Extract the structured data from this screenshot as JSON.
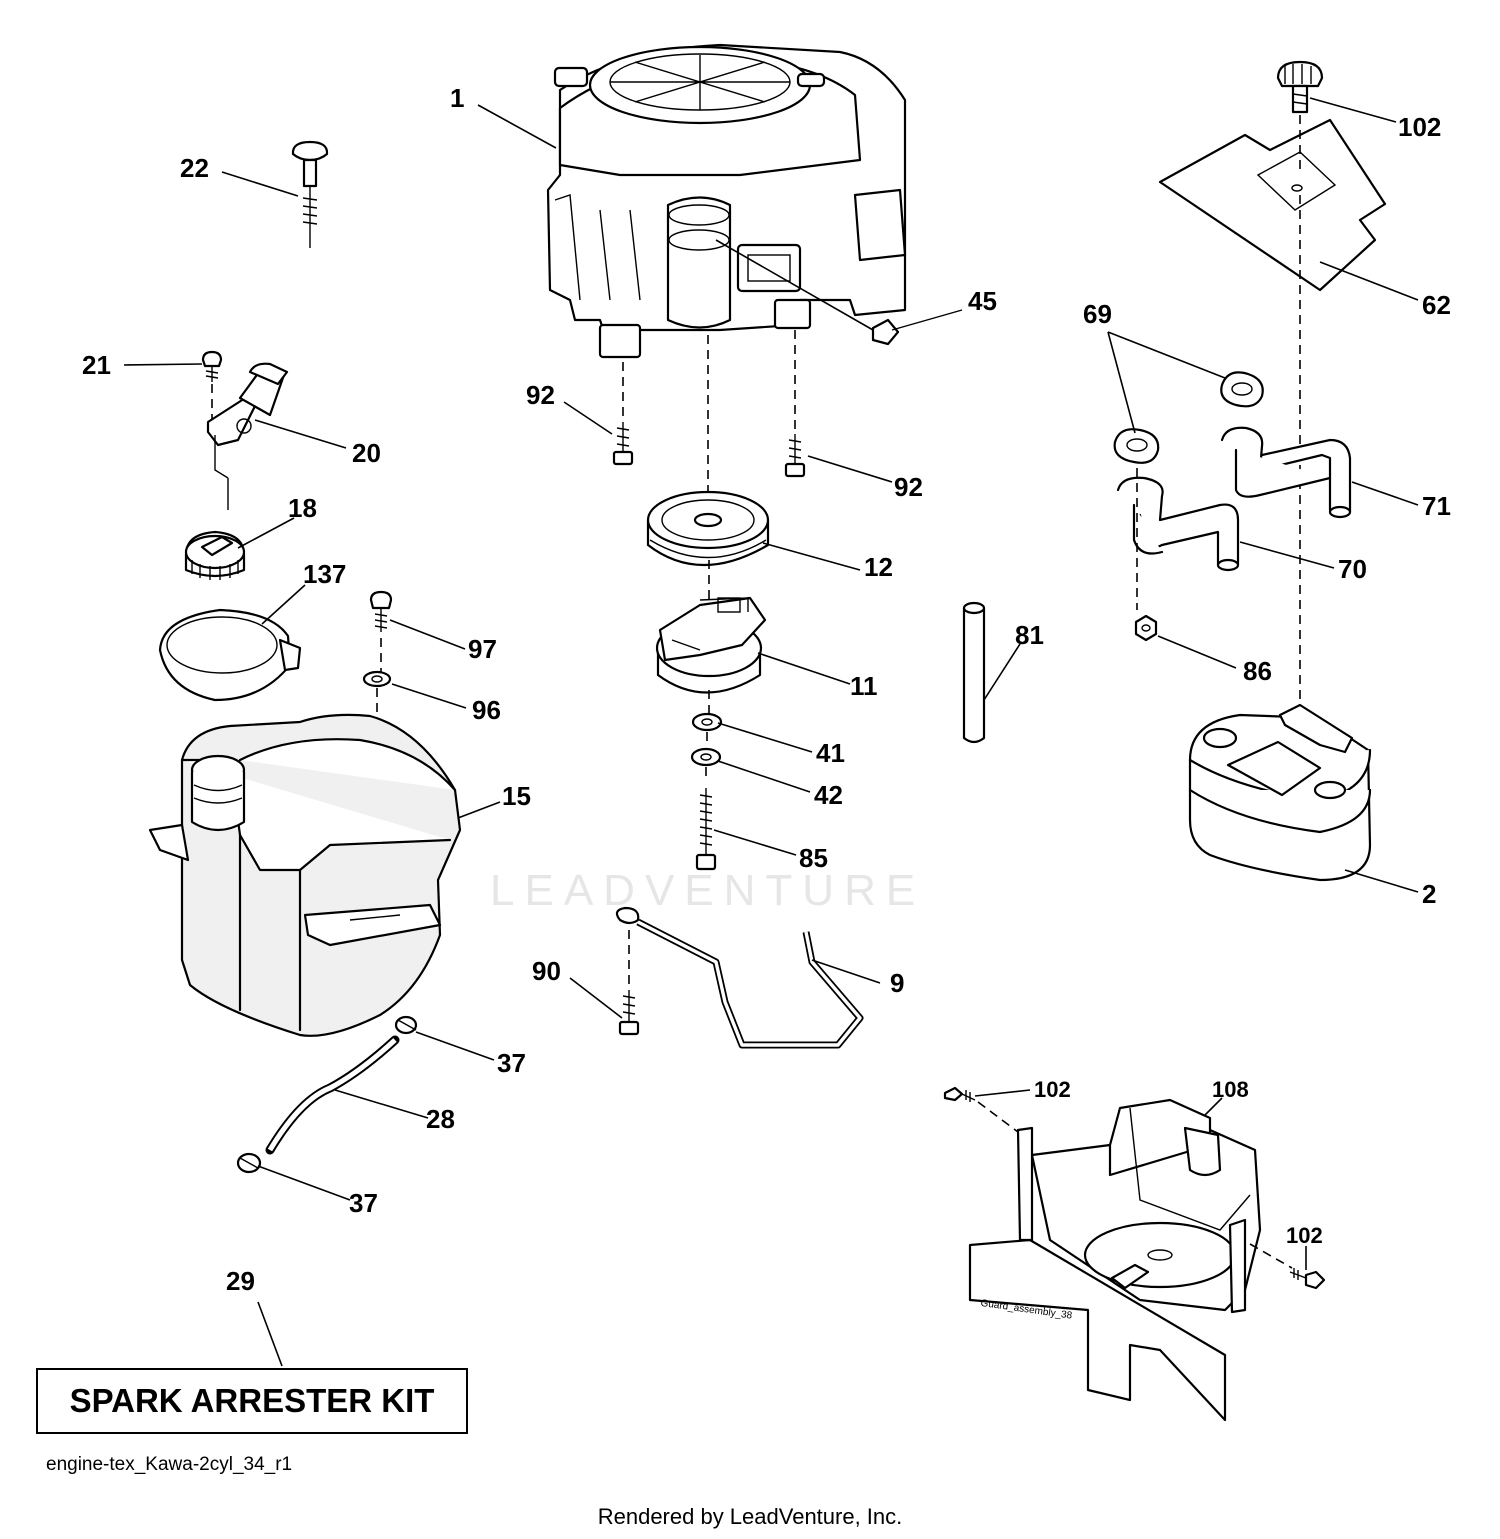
{
  "watermark": "LEADVENTURE",
  "callouts": [
    "1",
    "22",
    "21",
    "20",
    "18",
    "137",
    "97",
    "96",
    "15",
    "92",
    "92",
    "45",
    "12",
    "11",
    "41",
    "42",
    "85",
    "81",
    "102",
    "62",
    "69",
    "71",
    "70",
    "86",
    "2",
    "90",
    "9",
    "37",
    "28",
    "37",
    "29",
    "102",
    "108",
    "102"
  ],
  "spark_arrester_kit": "SPARK ARRESTER KIT",
  "drawing_id": "engine-tex_Kawa-2cyl_34_r1",
  "credit": "Rendered by LeadVenture, Inc."
}
